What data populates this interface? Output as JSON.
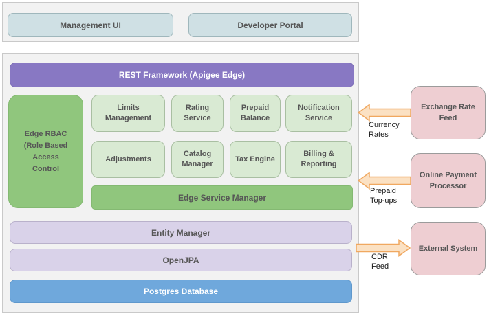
{
  "top": {
    "management_ui": "Management UI",
    "developer_portal": "Developer Portal"
  },
  "platform": {
    "rest_framework": "REST Framework (Apigee Edge)",
    "rbac_lines": [
      "Edge RBAC",
      "(Role Based",
      "Access",
      "Control"
    ],
    "services": [
      "Limits Management",
      "Rating Service",
      "Prepaid Balance",
      "Notification Service",
      "Adjustments",
      "Catalog Manager",
      "Tax Engine",
      "Billing & Reporting"
    ],
    "edge_service_manager": "Edge Service Manager",
    "entity_manager": "Entity Manager",
    "open_jpa": "OpenJPA",
    "postgres": "Postgres Database"
  },
  "external_systems": [
    {
      "label": "Exchange Rate Feed",
      "flow_label": "Currency Rates",
      "flow_direction": "into-platform"
    },
    {
      "label": "Online Payment Processor",
      "flow_label": "Prepaid Top-ups",
      "flow_direction": "into-platform"
    },
    {
      "label": "External System",
      "flow_label": "CDR Feed",
      "flow_direction": "out-of-platform"
    }
  ],
  "colors": {
    "rest_bar_purple": "#8878c3",
    "green": "#90c67d",
    "light_green": "#d9ead3",
    "lavender": "#d9d2e9",
    "postgres_blue": "#6fa8dc",
    "external_pink": "#eeced2",
    "ui_blue_gray": "#cfe0e4",
    "arrow_fill": "#fbe1c3",
    "arrow_stroke": "#f0a860",
    "container_gray": "#f2f2f2"
  }
}
